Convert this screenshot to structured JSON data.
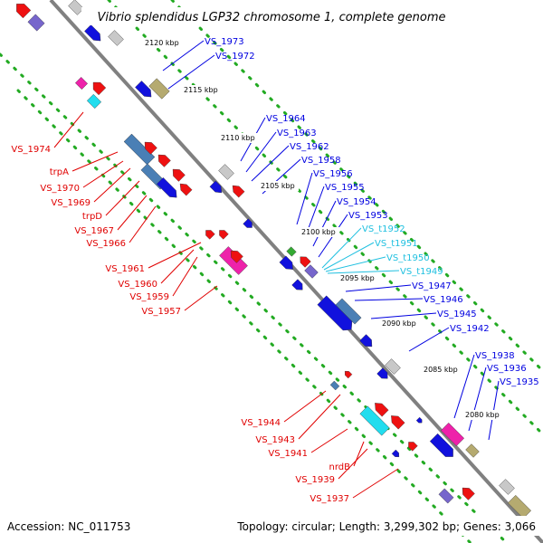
{
  "title": "Vibrio splendidus LGP32 chromosome 1, complete genome",
  "footer": {
    "accession": "Accession: NC_011753",
    "summary": "Topology: circular; Length: 3,299,302 bp; Genes: 3,066"
  },
  "colors": {
    "backbone": "#808080",
    "minus_label": "#e00000",
    "plus_label": "#0000e0",
    "trna_label": "#20c0e0",
    "dots": "#22aa22"
  },
  "kbp_ticks": [
    "2120 kbp",
    "2115 kbp",
    "2110 kbp",
    "2105 kbp",
    "2100 kbp",
    "2095 kbp",
    "2090 kbp",
    "2085 kbp",
    "2080 kbp"
  ],
  "plus_labels": [
    "VS_1973",
    "VS_1972",
    "VS_1964",
    "VS_1963",
    "VS_1962",
    "VS_1958",
    "VS_1956",
    "VS_1955",
    "VS_1954",
    "VS_1953",
    "VS_1947",
    "VS_1946",
    "VS_1945",
    "VS_1942",
    "VS_1938",
    "VS_1936",
    "VS_1935"
  ],
  "trna_labels": [
    "VS_t1952",
    "VS_t1951",
    "VS_t1950",
    "VS_t1949"
  ],
  "minus_labels": [
    "VS_1974",
    "trpA",
    "VS_1970",
    "VS_1969",
    "trpD",
    "VS_1967",
    "VS_1966",
    "VS_1961",
    "VS_1960",
    "VS_1959",
    "VS_1957",
    "VS_1944",
    "VS_1943",
    "VS_1941",
    "nrdB",
    "VS_1939",
    "VS_1937"
  ]
}
